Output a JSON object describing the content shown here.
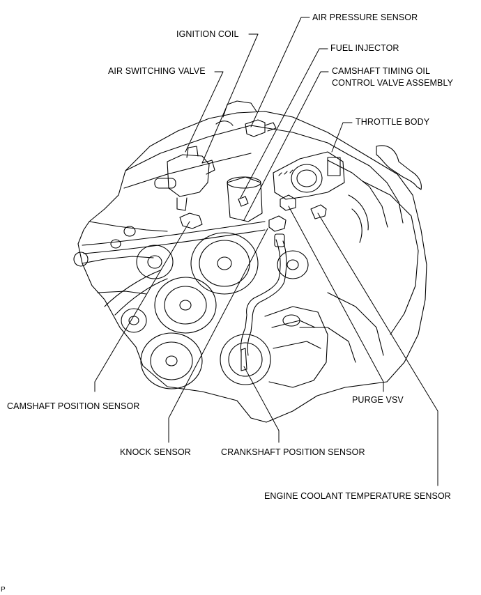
{
  "labels": {
    "air_pressure_sensor": "AIR PRESSURE SENSOR",
    "ignition_coil": "IGNITION COIL",
    "fuel_injector": "FUEL INJECTOR",
    "air_switching_valve": "AIR SWITCHING VALVE",
    "camshaft_timing_line1": "CAMSHAFT TIMING OIL",
    "camshaft_timing_line2": "CONTROL VALVE ASSEMBLY",
    "throttle_body": "THROTTLE BODY",
    "camshaft_position_sensor": "CAMSHAFT POSITION SENSOR",
    "purge_vsv": "PURGE VSV",
    "knock_sensor": "KNOCK SENSOR",
    "crankshaft_position_sensor": "CRANKSHAFT POSITION SENSOR",
    "engine_coolant_temperature_sensor": "ENGINE COOLANT TEMPERATURE SENSOR"
  },
  "corner_mark": "P",
  "colors": {
    "line": "#000000",
    "background": "#ffffff"
  }
}
